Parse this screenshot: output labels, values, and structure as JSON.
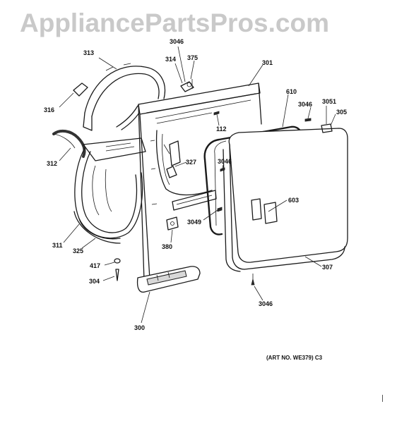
{
  "watermark": "AppliancePartsPros.com",
  "art_number": "(ART NO. WE379) C3",
  "callouts": [
    {
      "id": "313",
      "label": "313"
    },
    {
      "id": "3046a",
      "label": "3046"
    },
    {
      "id": "314",
      "label": "314"
    },
    {
      "id": "375",
      "label": "375"
    },
    {
      "id": "301",
      "label": "301"
    },
    {
      "id": "316",
      "label": "316"
    },
    {
      "id": "610",
      "label": "610"
    },
    {
      "id": "3046b",
      "label": "3046"
    },
    {
      "id": "3051",
      "label": "3051"
    },
    {
      "id": "305",
      "label": "305"
    },
    {
      "id": "112",
      "label": "112"
    },
    {
      "id": "312",
      "label": "312"
    },
    {
      "id": "327",
      "label": "327"
    },
    {
      "id": "3046c",
      "label": "3046"
    },
    {
      "id": "603",
      "label": "603"
    },
    {
      "id": "3049",
      "label": "3049"
    },
    {
      "id": "311",
      "label": "311"
    },
    {
      "id": "325",
      "label": "325"
    },
    {
      "id": "380",
      "label": "380"
    },
    {
      "id": "417",
      "label": "417"
    },
    {
      "id": "307",
      "label": "307"
    },
    {
      "id": "304",
      "label": "304"
    },
    {
      "id": "3046d",
      "label": "3046"
    },
    {
      "id": "300",
      "label": "300"
    }
  ]
}
